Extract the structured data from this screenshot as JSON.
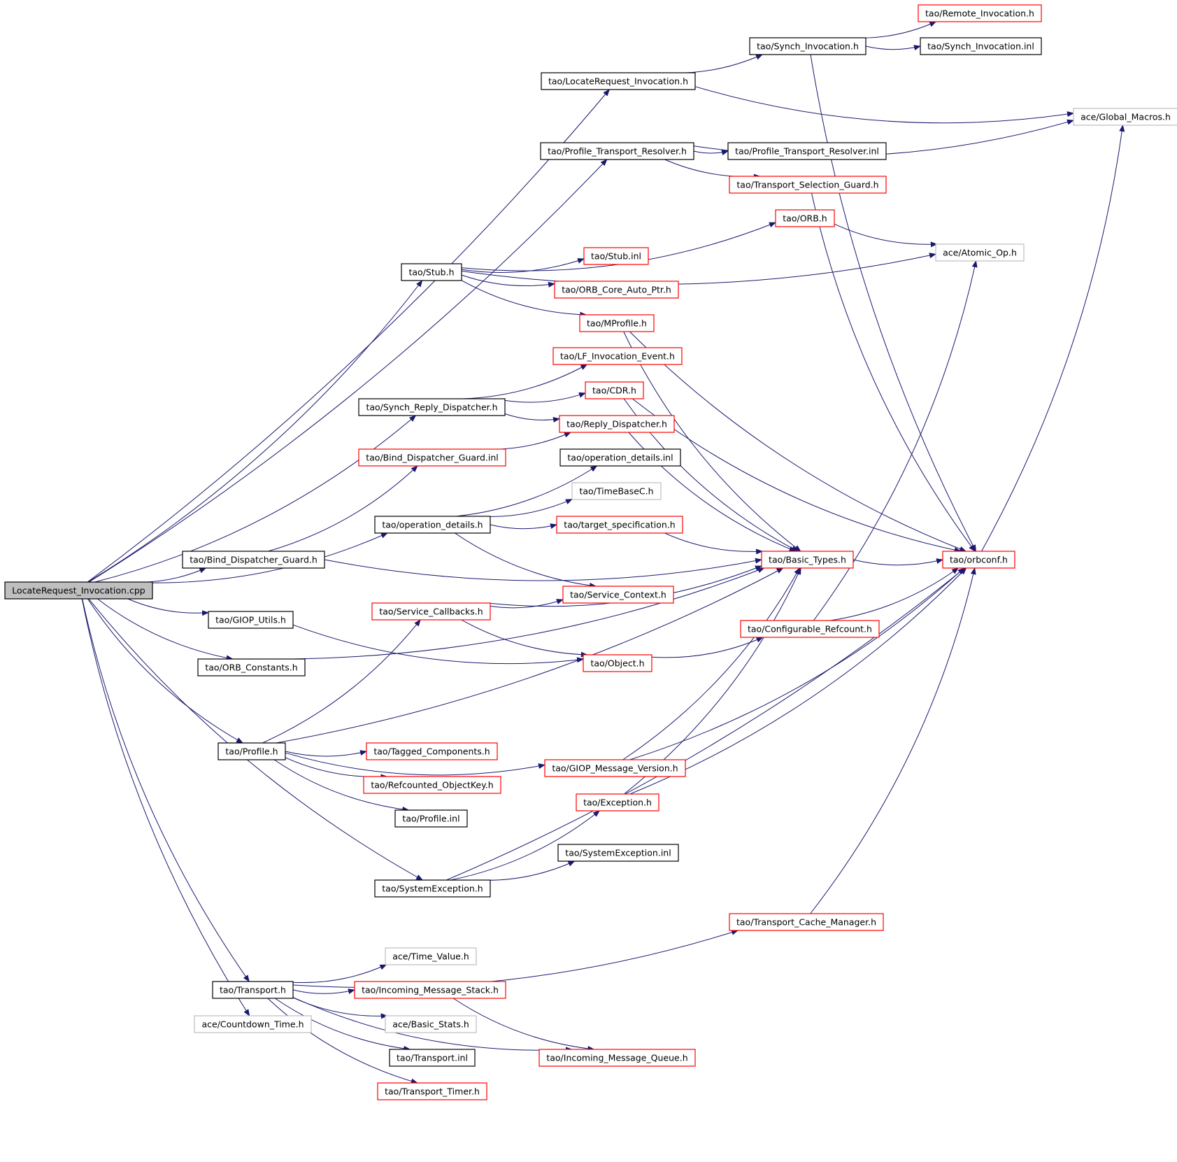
{
  "root_file": "LocateRequest_Invocation.cpp",
  "colors": {
    "edge": "#191970",
    "root_fill": "#bfbfbf",
    "documented_border": "#000000",
    "truncated_border": "#ff0000",
    "undocumented_border": "#bfbfbf"
  },
  "nodes": [
    {
      "id": "root",
      "label": "LocateRequest_Invocation.cpp",
      "style": "root"
    },
    {
      "id": "remote_inv",
      "label": "tao/Remote_Invocation.h",
      "style": "truncated"
    },
    {
      "id": "synch_inv",
      "label": "tao/Synch_Invocation.h",
      "style": "documented"
    },
    {
      "id": "synch_inv_inl",
      "label": "tao/Synch_Invocation.inl",
      "style": "documented"
    },
    {
      "id": "locreq_inv",
      "label": "tao/LocateRequest_Invocation.h",
      "style": "documented"
    },
    {
      "id": "global_macros",
      "label": "ace/Global_Macros.h",
      "style": "undocumented"
    },
    {
      "id": "ptr_h",
      "label": "tao/Profile_Transport_Resolver.h",
      "style": "documented"
    },
    {
      "id": "ptr_inl",
      "label": "tao/Profile_Transport_Resolver.inl",
      "style": "documented"
    },
    {
      "id": "tsg",
      "label": "tao/Transport_Selection_Guard.h",
      "style": "truncated"
    },
    {
      "id": "orb",
      "label": "tao/ORB.h",
      "style": "truncated"
    },
    {
      "id": "atomic",
      "label": "ace/Atomic_Op.h",
      "style": "undocumented"
    },
    {
      "id": "stub",
      "label": "tao/Stub.h",
      "style": "documented"
    },
    {
      "id": "stub_inl",
      "label": "tao/Stub.inl",
      "style": "truncated"
    },
    {
      "id": "orb_core_ap",
      "label": "tao/ORB_Core_Auto_Ptr.h",
      "style": "truncated"
    },
    {
      "id": "mprofile",
      "label": "tao/MProfile.h",
      "style": "truncated"
    },
    {
      "id": "lf_inv",
      "label": "tao/LF_Invocation_Event.h",
      "style": "truncated"
    },
    {
      "id": "srd",
      "label": "tao/Synch_Reply_Dispatcher.h",
      "style": "documented"
    },
    {
      "id": "cdr",
      "label": "tao/CDR.h",
      "style": "truncated"
    },
    {
      "id": "reply_disp",
      "label": "tao/Reply_Dispatcher.h",
      "style": "truncated"
    },
    {
      "id": "bdg_inl",
      "label": "tao/Bind_Dispatcher_Guard.inl",
      "style": "truncated"
    },
    {
      "id": "opdet_inl",
      "label": "tao/operation_details.inl",
      "style": "documented"
    },
    {
      "id": "timebase",
      "label": "tao/TimeBaseC.h",
      "style": "undocumented"
    },
    {
      "id": "opdet",
      "label": "tao/operation_details.h",
      "style": "documented"
    },
    {
      "id": "target_spec",
      "label": "tao/target_specification.h",
      "style": "truncated"
    },
    {
      "id": "bdg",
      "label": "tao/Bind_Dispatcher_Guard.h",
      "style": "documented"
    },
    {
      "id": "basic_types",
      "label": "tao/Basic_Types.h",
      "style": "truncated"
    },
    {
      "id": "orbconf",
      "label": "tao/orbconf.h",
      "style": "truncated"
    },
    {
      "id": "svc_ctx",
      "label": "tao/Service_Context.h",
      "style": "truncated"
    },
    {
      "id": "svc_cb",
      "label": "tao/Service_Callbacks.h",
      "style": "truncated"
    },
    {
      "id": "giop_utils",
      "label": "tao/GIOP_Utils.h",
      "style": "documented"
    },
    {
      "id": "cfg_refcount",
      "label": "tao/Configurable_Refcount.h",
      "style": "truncated"
    },
    {
      "id": "object",
      "label": "tao/Object.h",
      "style": "truncated"
    },
    {
      "id": "orb_const",
      "label": "tao/ORB_Constants.h",
      "style": "documented"
    },
    {
      "id": "profile",
      "label": "tao/Profile.h",
      "style": "documented"
    },
    {
      "id": "tagged",
      "label": "tao/Tagged_Components.h",
      "style": "truncated"
    },
    {
      "id": "giop_ver",
      "label": "tao/GIOP_Message_Version.h",
      "style": "truncated"
    },
    {
      "id": "refc_key",
      "label": "tao/Refcounted_ObjectKey.h",
      "style": "truncated"
    },
    {
      "id": "exception",
      "label": "tao/Exception.h",
      "style": "truncated"
    },
    {
      "id": "profile_inl",
      "label": "tao/Profile.inl",
      "style": "documented"
    },
    {
      "id": "sysexc_inl",
      "label": "tao/SystemException.inl",
      "style": "documented"
    },
    {
      "id": "sysexc",
      "label": "tao/SystemException.h",
      "style": "documented"
    },
    {
      "id": "tcm",
      "label": "tao/Transport_Cache_Manager.h",
      "style": "truncated"
    },
    {
      "id": "time_value",
      "label": "ace/Time_Value.h",
      "style": "undocumented"
    },
    {
      "id": "transport",
      "label": "tao/Transport.h",
      "style": "documented"
    },
    {
      "id": "ims",
      "label": "tao/Incoming_Message_Stack.h",
      "style": "truncated"
    },
    {
      "id": "countdown",
      "label": "ace/Countdown_Time.h",
      "style": "undocumented"
    },
    {
      "id": "basic_stats",
      "label": "ace/Basic_Stats.h",
      "style": "undocumented"
    },
    {
      "id": "transport_inl",
      "label": "tao/Transport.inl",
      "style": "documented"
    },
    {
      "id": "imq",
      "label": "tao/Incoming_Message_Queue.h",
      "style": "truncated"
    },
    {
      "id": "transport_timer",
      "label": "tao/Transport_Timer.h",
      "style": "truncated"
    }
  ],
  "edges": [
    [
      "root",
      "locreq_inv"
    ],
    [
      "root",
      "ptr_h"
    ],
    [
      "root",
      "stub"
    ],
    [
      "root",
      "srd"
    ],
    [
      "root",
      "opdet"
    ],
    [
      "root",
      "bdg"
    ],
    [
      "root",
      "giop_utils"
    ],
    [
      "root",
      "orb_const"
    ],
    [
      "root",
      "profile"
    ],
    [
      "root",
      "sysexc"
    ],
    [
      "root",
      "transport"
    ],
    [
      "root",
      "countdown"
    ],
    [
      "locreq_inv",
      "synch_inv"
    ],
    [
      "locreq_inv",
      "global_macros"
    ],
    [
      "synch_inv",
      "remote_inv"
    ],
    [
      "synch_inv",
      "synch_inv_inl"
    ],
    [
      "synch_inv",
      "orbconf"
    ],
    [
      "ptr_h",
      "global_macros"
    ],
    [
      "ptr_h",
      "ptr_inl"
    ],
    [
      "ptr_h",
      "tsg"
    ],
    [
      "tsg",
      "orbconf"
    ],
    [
      "stub",
      "orb"
    ],
    [
      "stub",
      "atomic"
    ],
    [
      "stub",
      "stub_inl"
    ],
    [
      "stub",
      "orb_core_ap"
    ],
    [
      "stub",
      "mprofile"
    ],
    [
      "orb",
      "atomic"
    ],
    [
      "mprofile",
      "basic_types"
    ],
    [
      "mprofile",
      "orbconf"
    ],
    [
      "srd",
      "lf_inv"
    ],
    [
      "srd",
      "cdr"
    ],
    [
      "srd",
      "reply_disp"
    ],
    [
      "cdr",
      "basic_types"
    ],
    [
      "cdr",
      "orbconf"
    ],
    [
      "reply_disp",
      "basic_types"
    ],
    [
      "bdg",
      "bdg_inl"
    ],
    [
      "bdg",
      "basic_types"
    ],
    [
      "bdg_inl",
      "reply_disp"
    ],
    [
      "opdet",
      "opdet_inl"
    ],
    [
      "opdet",
      "timebase"
    ],
    [
      "opdet",
      "target_spec"
    ],
    [
      "opdet",
      "svc_ctx"
    ],
    [
      "target_spec",
      "basic_types"
    ],
    [
      "basic_types",
      "orbconf"
    ],
    [
      "orbconf",
      "global_macros"
    ],
    [
      "giop_utils",
      "object"
    ],
    [
      "orb_const",
      "basic_types"
    ],
    [
      "profile",
      "svc_cb"
    ],
    [
      "profile",
      "basic_types"
    ],
    [
      "profile",
      "tagged"
    ],
    [
      "profile",
      "refc_key"
    ],
    [
      "profile",
      "profile_inl"
    ],
    [
      "profile",
      "giop_ver"
    ],
    [
      "svc_cb",
      "svc_ctx"
    ],
    [
      "svc_cb",
      "basic_types"
    ],
    [
      "svc_cb",
      "object"
    ],
    [
      "object",
      "cfg_refcount"
    ],
    [
      "cfg_refcount",
      "atomic"
    ],
    [
      "cfg_refcount",
      "orbconf"
    ],
    [
      "giop_ver",
      "basic_types"
    ],
    [
      "giop_ver",
      "orbconf"
    ],
    [
      "exception",
      "orbconf"
    ],
    [
      "exception",
      "basic_types"
    ],
    [
      "sysexc",
      "exception"
    ],
    [
      "sysexc",
      "sysexc_inl"
    ],
    [
      "sysexc",
      "orbconf"
    ],
    [
      "transport",
      "tcm"
    ],
    [
      "transport",
      "time_value"
    ],
    [
      "transport",
      "ims"
    ],
    [
      "transport",
      "basic_stats"
    ],
    [
      "transport",
      "transport_inl"
    ],
    [
      "transport",
      "transport_timer"
    ],
    [
      "transport",
      "imq"
    ],
    [
      "tcm",
      "orbconf"
    ],
    [
      "ims",
      "imq"
    ]
  ]
}
